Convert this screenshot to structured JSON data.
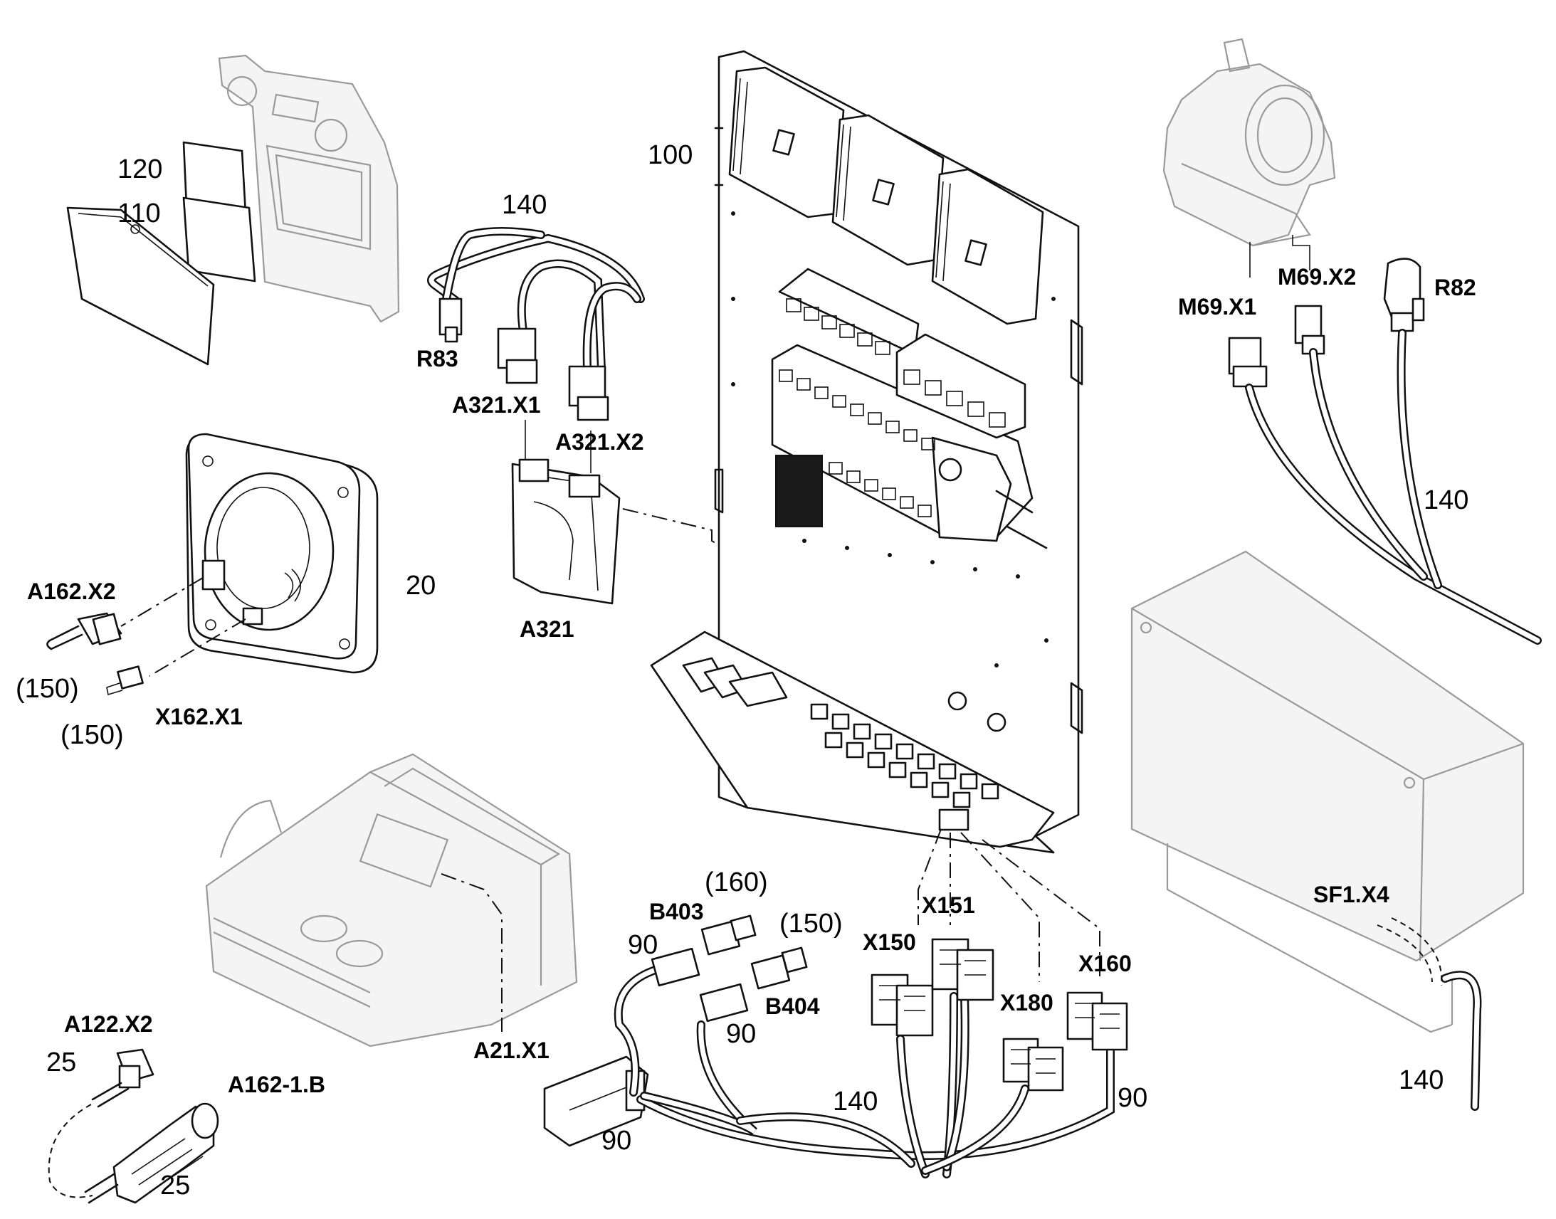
{
  "labels": {
    "p100": "100",
    "p120": "120",
    "p110": "110",
    "p140_top": "140",
    "R83": "R83",
    "A321_X1": "A321.X1",
    "A321_X2": "A321.X2",
    "A321": "A321",
    "p20": "20",
    "A162_X2": "A162.X2",
    "p150_a": "(150)",
    "X162_X1": "X162.X1",
    "p150_b": "(150)",
    "M69_X1": "M69.X1",
    "M69_X2": "M69.X2",
    "R82": "R82",
    "p140_right": "140",
    "SF1_X4": "SF1.X4",
    "p140_br": "140",
    "p160": "(160)",
    "B403": "B403",
    "p90_b403": "90",
    "p150_c": "(150)",
    "B404": "B404",
    "p90_b404": "90",
    "X151": "X151",
    "X150": "X150",
    "X180": "X180",
    "X160": "X160",
    "p140_bottom": "140",
    "p90_right": "90",
    "A122_X2": "A122.X2",
    "p25_a": "25",
    "A162_1_B": "A162-1.B",
    "p25_b": "25",
    "A21_X1": "A21.X1",
    "p90_bottom": "90"
  }
}
